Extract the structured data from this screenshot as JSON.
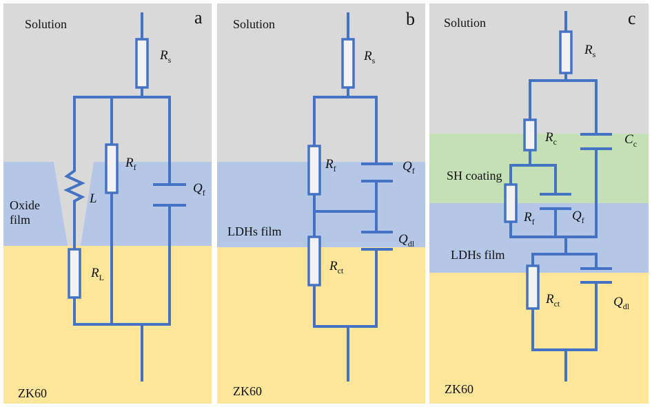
{
  "colors": {
    "solution": "#d9d9d9",
    "oxide_film": "#b4c7e7",
    "ldhs_film": "#b4c7e7",
    "sh_coating": "#c5e0b4",
    "substrate": "#fde599",
    "circuit": "#4472c4"
  },
  "panels": [
    {
      "letter": "a",
      "solution_label": "Solution",
      "film_label_line1": "Oxide",
      "film_label_line2": "film",
      "substrate_label": "ZK60",
      "elements": [
        {
          "symbol": "R",
          "sub": "s"
        },
        {
          "symbol": "R",
          "sub": "f"
        },
        {
          "symbol": "Q",
          "sub": "f"
        },
        {
          "symbol": "L",
          "sub": ""
        },
        {
          "symbol": "R",
          "sub": "L"
        }
      ]
    },
    {
      "letter": "b",
      "solution_label": "Solution",
      "film_label": "LDHs film",
      "substrate_label": "ZK60",
      "elements": [
        {
          "symbol": "R",
          "sub": "s"
        },
        {
          "symbol": "R",
          "sub": "f"
        },
        {
          "symbol": "Q",
          "sub": "f"
        },
        {
          "symbol": "Q",
          "sub": "dl"
        },
        {
          "symbol": "R",
          "sub": "ct"
        }
      ]
    },
    {
      "letter": "c",
      "solution_label": "Solution",
      "coating_label": "SH coating",
      "film_label": "LDHs film",
      "substrate_label": "ZK60",
      "elements": [
        {
          "symbol": "R",
          "sub": "s"
        },
        {
          "symbol": "R",
          "sub": "c"
        },
        {
          "symbol": "C",
          "sub": "c"
        },
        {
          "symbol": "R",
          "sub": "f"
        },
        {
          "symbol": "Q",
          "sub": "f"
        },
        {
          "symbol": "R",
          "sub": "ct"
        },
        {
          "symbol": "Q",
          "sub": "dl"
        }
      ]
    }
  ]
}
